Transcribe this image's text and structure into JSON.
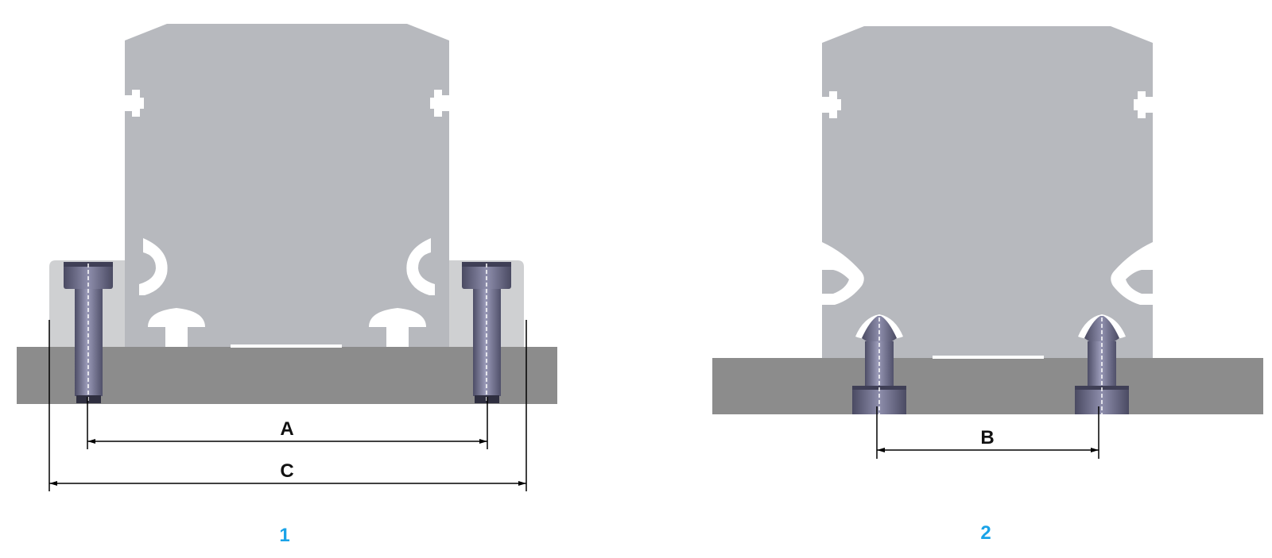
{
  "colors": {
    "profile": "#b7b9be",
    "base_plate": "#8c8c8c",
    "clamp": "#cfd0d2",
    "bolt": "#7e7e9e",
    "bolt_dark": "#4d4d66",
    "dimension_line": "#000000",
    "figure_label": "#1aa3e8"
  },
  "dimensions": {
    "a": "A",
    "b": "B",
    "c": "C"
  },
  "figures": {
    "fig1_label": "1",
    "fig2_label": "2"
  },
  "icons": {
    "profile": "aluminium-profile-icon",
    "bolt": "socket-head-bolt-icon",
    "t_bolt": "t-bolt-icon"
  }
}
